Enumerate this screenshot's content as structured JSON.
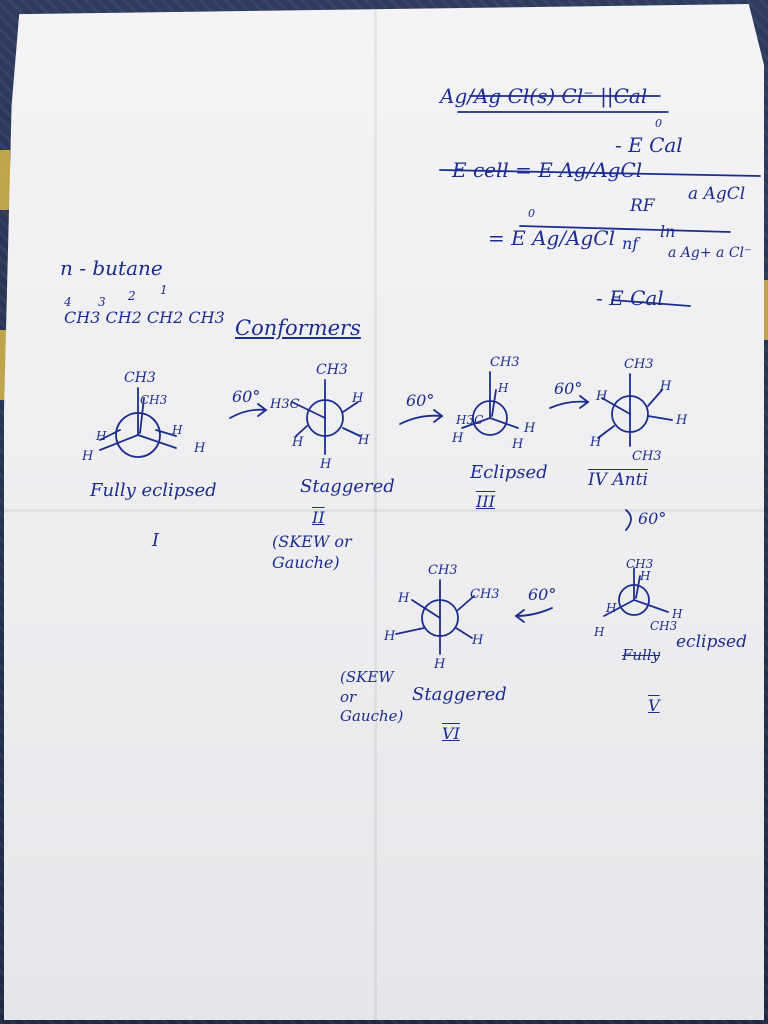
{
  "ink_color": "#1c2d8f",
  "electrochem": {
    "line1": "Ag/Ag Cl(s) Cl⁻ ||Cal",
    "e_cal_sup": "0",
    "e_cal_line": "- E Cal",
    "line2": "E cell = E Ag/AgCl",
    "e0_sup": "0",
    "line3": "= E Ag/AgCl",
    "rf": "RF",
    "nf": "nf",
    "ln": "ln",
    "a_agcl": "a AgCl",
    "a_ag_cl": "a Ag+ a Cl⁻",
    "line4": "- E Cal"
  },
  "butane": {
    "title": "n - butane",
    "numbers": [
      "4",
      "3",
      "2",
      "1"
    ],
    "formula": "CH3 CH2 CH2 CH3"
  },
  "conformers_heading": "Conformers",
  "rotation": "60°",
  "projections": [
    {
      "id": "I",
      "name": "Fully eclipsed",
      "roman": "I",
      "subs": [
        "CH3",
        "CH3",
        "H",
        "H",
        "H",
        "H"
      ]
    },
    {
      "id": "II",
      "name": "Staggered",
      "roman": "II",
      "note": "(SKEW or Gauche)",
      "subs": [
        "CH3",
        "H3C",
        "H",
        "H",
        "H",
        "H"
      ]
    },
    {
      "id": "III",
      "name": "Eclipsed",
      "roman": "III",
      "subs": [
        "CH3",
        "H",
        "H3C",
        "H",
        "H",
        "H"
      ]
    },
    {
      "id": "IV",
      "name": "IV Anti",
      "roman": "IV",
      "subs": [
        "CH3",
        "H",
        "H",
        "H",
        "H",
        "CH3"
      ]
    },
    {
      "id": "V",
      "name": "eclipsed",
      "strike": "Fully",
      "roman": "V",
      "subs": [
        "CH3",
        "H",
        "H",
        "H",
        "CH3",
        "H"
      ]
    },
    {
      "id": "VI",
      "name": "Staggered",
      "roman": "VI",
      "note": "(SKEW or Gauche)",
      "subs": [
        "CH3",
        "CH3",
        "H",
        "H",
        "H",
        "H"
      ]
    }
  ]
}
